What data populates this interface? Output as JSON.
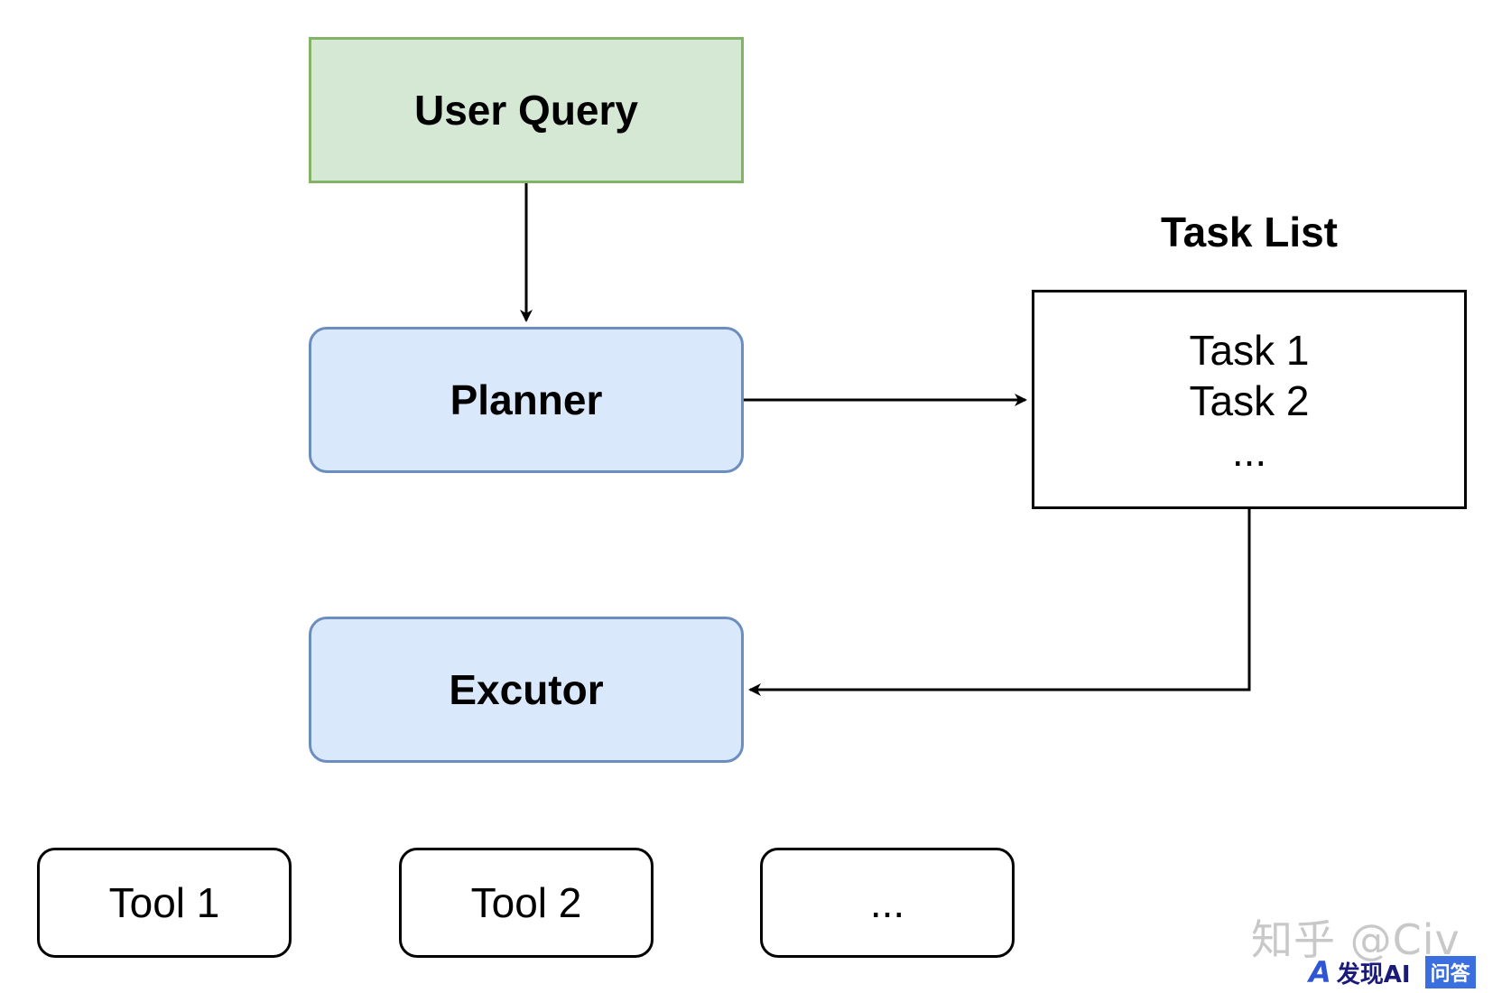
{
  "nodes": {
    "user_query": "User Query",
    "planner": "Planner",
    "executor": "Excutor",
    "task_list_title": "Task List",
    "task_list_items": [
      "Task 1",
      "Task 2",
      "..."
    ],
    "tools": [
      "Tool 1",
      "Tool 2",
      "..."
    ]
  },
  "edges": [
    {
      "from": "User Query",
      "to": "Planner"
    },
    {
      "from": "Planner",
      "to": "Task List"
    },
    {
      "from": "Task List",
      "to": "Excutor"
    }
  ],
  "watermark": {
    "text": "知乎 @Civ",
    "brand_name": "发现AI",
    "brand_badge": "问答"
  },
  "colors": {
    "green_fill": "#d5e8d4",
    "green_stroke": "#82b366",
    "blue_fill": "#dae8fc",
    "blue_stroke": "#6c8ebf"
  }
}
